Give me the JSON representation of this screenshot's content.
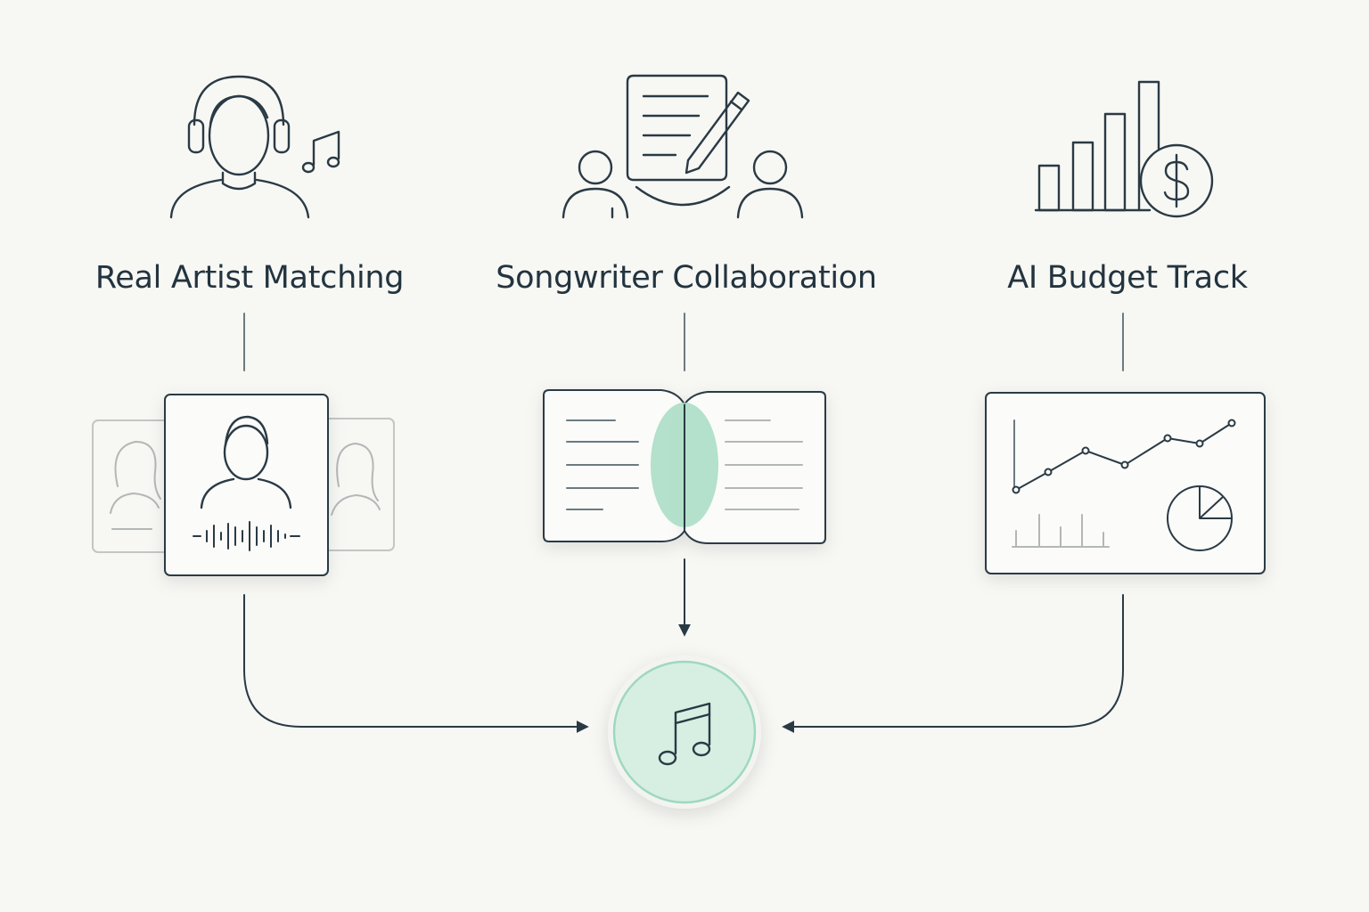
{
  "features": [
    {
      "label": "Real Artist Matching",
      "icon": "artist-headphones-icon",
      "card": "artist-profile-cards"
    },
    {
      "label": "Songwriter Collaboration",
      "icon": "songwriters-document-icon",
      "card": "shared-lyrics-documents"
    },
    {
      "label": "AI Budget Track",
      "icon": "budget-chart-dollar-icon",
      "card": "analytics-dashboard"
    }
  ],
  "hub": {
    "icon": "music-note-icon"
  },
  "colors": {
    "stroke": "#2a3a44",
    "accent": "#9fd8bf",
    "accent_fill": "#d7efe3",
    "background": "#f7f7f4"
  }
}
